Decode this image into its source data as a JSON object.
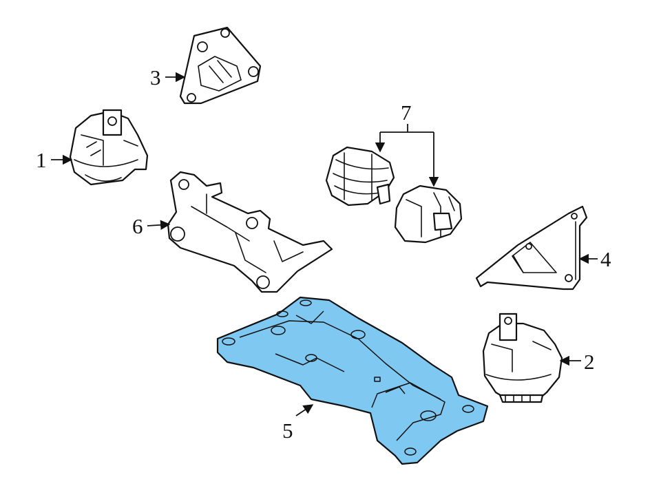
{
  "colors": {
    "line": "#111111",
    "highlight": "#7ec8f2",
    "background": "#ffffff"
  },
  "callouts": {
    "c1": "1",
    "c2": "2",
    "c3": "3",
    "c4": "4",
    "c5": "5",
    "c6": "6",
    "c7": "7"
  }
}
